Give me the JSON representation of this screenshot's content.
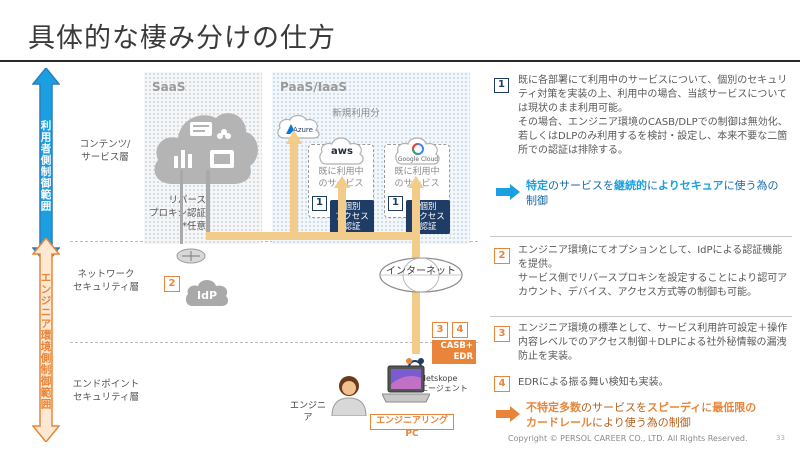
{
  "page": {
    "title": "具体的な棲み分けの仕方",
    "footer": "Copyright © PERSOL CAREER CO., LTD. All Rights Reserved.",
    "page_number": "33"
  },
  "arrows": {
    "user_dept": {
      "label": "利用者側制御範囲",
      "color": "#2e7bbf",
      "fill": "#1aa0e0"
    },
    "engineer_env": {
      "label": "エンジニア環境側制御範囲",
      "color": "#e9853a",
      "fill": "#fde8d2"
    }
  },
  "layers": {
    "content": "コンテンツ/\nサービス層",
    "network": "ネットワーク\nセキュリティ層",
    "endpoint": "エンドポイント\nセキュリティ層"
  },
  "diagram": {
    "saas_title": "SaaS",
    "paas_title": "PaaS/IaaS",
    "new_use_label": "新規利用分",
    "azure_label": "Azure",
    "aws_label": "aws",
    "gcp_label": "Google Cloud",
    "existing_service_1": "既に利用中\nのサービス",
    "existing_service_2": "既に利用中\nのサービス",
    "individual_auth_1": "個別\nアクセス認証",
    "individual_auth_2": "個別\nアクセス認証",
    "reverse_proxy": "リバース\nプロキシ認証\n*任意",
    "idp_label": "IdP",
    "internet_label": "インターネット",
    "casb_edr_label": "CASB+\nEDR",
    "netskope_label": "Netskope\nエージェント",
    "engineer_label": "エンジニア",
    "engineering_pc": "エンジニアリングPC",
    "badge_1a": "1",
    "badge_1b": "1",
    "badge_2": "2",
    "badge_3": "3",
    "badge_4": "4"
  },
  "right_panel": {
    "item1_num": "1",
    "item1_text": "既に各部署にて利用中のサービスについて、個別のセキュリティ対策を実装の上、利用中の場合、当該サービスについては現状のまま利用可能。\nその場合、エンジニア環境のCASB/DLPでの制御は無効化、若しくはDLPのみ利用するを検討・設定し、本来不要な二箇所での認証は排除する。",
    "callout1_parts": [
      "特定",
      "のサービスを",
      "継続的",
      "に",
      "よりセキュア",
      "に使う為の制御"
    ],
    "item2_num": "2",
    "item2_text": "エンジニア環境にてオプションとして、IdPによる認証機能を提供。\nサービス側でリバースプロキシを設定することにより認可アカウント、デバイス、アクセス方式等の制御も可能。",
    "item3_num": "3",
    "item3_text": "エンジニア環境の標準として、サービス利用許可設定＋操作内容レベルでのアクセス制御＋DLPによる社外秘情報の漏洩防止を実装。",
    "item4_num": "4",
    "item4_text": "EDRによる振る舞い検知も実装。",
    "callout2_parts": [
      "不特定多数",
      "のサービスを",
      "スピーディ",
      "に",
      "最低限の\nカードレール",
      "により使う為の制御"
    ]
  },
  "colors": {
    "navy": "#1f3c66",
    "orange": "#e9853a",
    "blue_accent": "#1aa0e0",
    "pipe": "#f2cc8a"
  }
}
